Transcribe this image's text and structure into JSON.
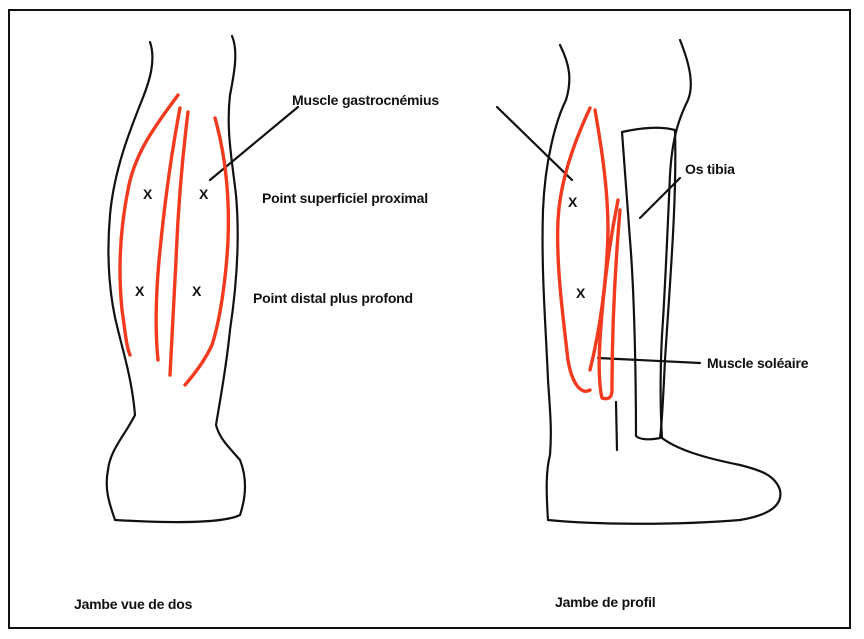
{
  "labels": {
    "gastrocnemius": "Muscle gastrocnémius",
    "proximal_point": "Point superficiel proximal",
    "distal_point": "Point  distal plus profond",
    "tibia": "Os tibia",
    "soleus": "Muscle soléaire"
  },
  "captions": {
    "back_view": "Jambe vue de dos",
    "profile_view": "Jambe de profil"
  },
  "marker_symbol": "X",
  "colors": {
    "muscle_outline": "#f23a1f",
    "leg_outline": "#111111",
    "background": "#ffffff"
  }
}
